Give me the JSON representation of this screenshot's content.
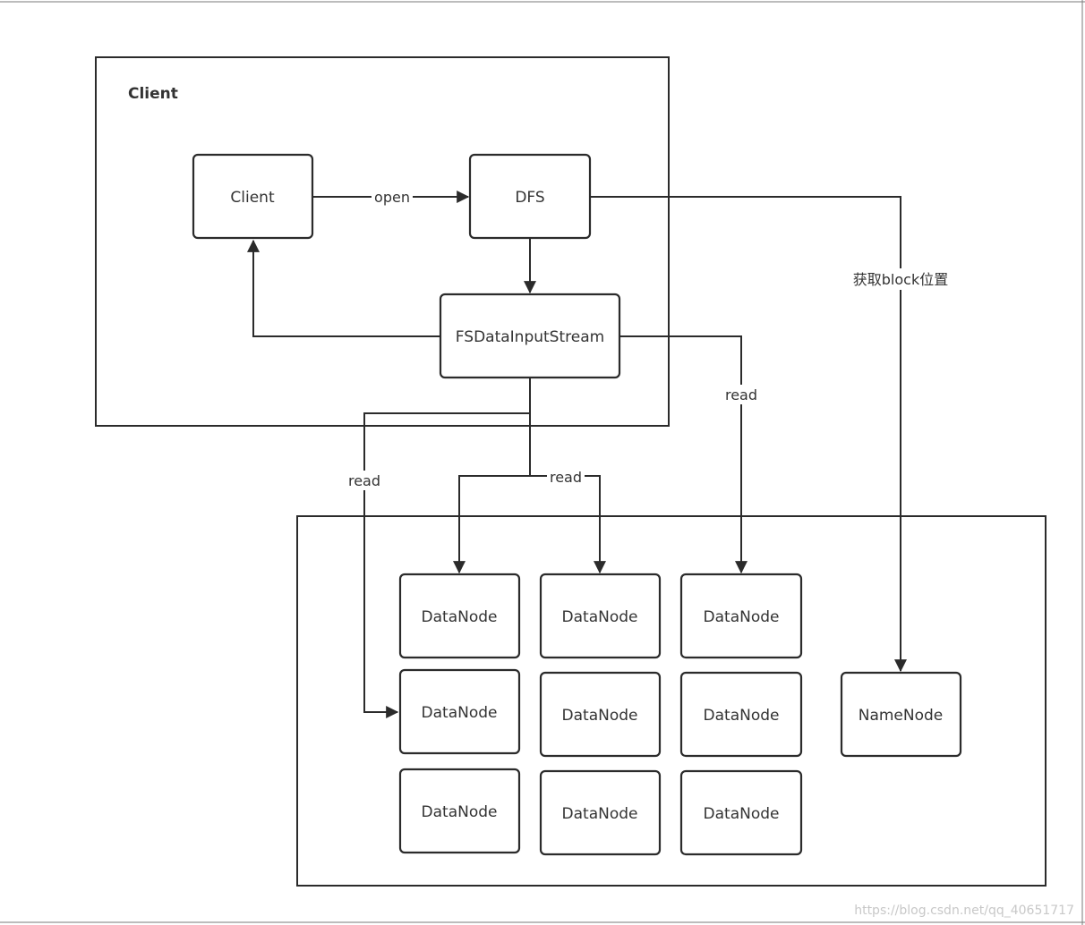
{
  "groups": {
    "client_group": {
      "title": "Client"
    },
    "cluster_group": {
      "title": ""
    }
  },
  "nodes": {
    "client": "Client",
    "dfs": "DFS",
    "fsdis": "FSDataInputStream",
    "datanodes": [
      "DataNode",
      "DataNode",
      "DataNode",
      "DataNode",
      "DataNode",
      "DataNode",
      "DataNode",
      "DataNode",
      "DataNode"
    ],
    "namenode": "NameNode"
  },
  "edges": {
    "open": "open",
    "get_block": "获取block位置",
    "read_right": "read",
    "read_mid": "read",
    "read_left": "read"
  },
  "watermark": "https://blog.csdn.net/qq_40651717"
}
